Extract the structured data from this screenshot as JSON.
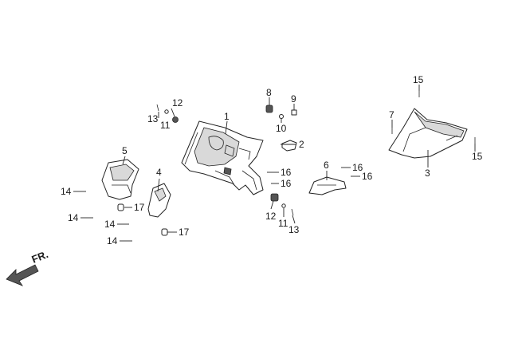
{
  "diagram": {
    "direction_label": "FR.",
    "callouts": [
      "1",
      "2",
      "3",
      "4",
      "5",
      "6",
      "8",
      "9",
      "10",
      "12",
      "13",
      "11",
      "15",
      "15",
      "7",
      "16",
      "16",
      "16",
      "16",
      "14",
      "14",
      "14",
      "14",
      "17",
      "17",
      "12",
      "11",
      "13"
    ]
  }
}
